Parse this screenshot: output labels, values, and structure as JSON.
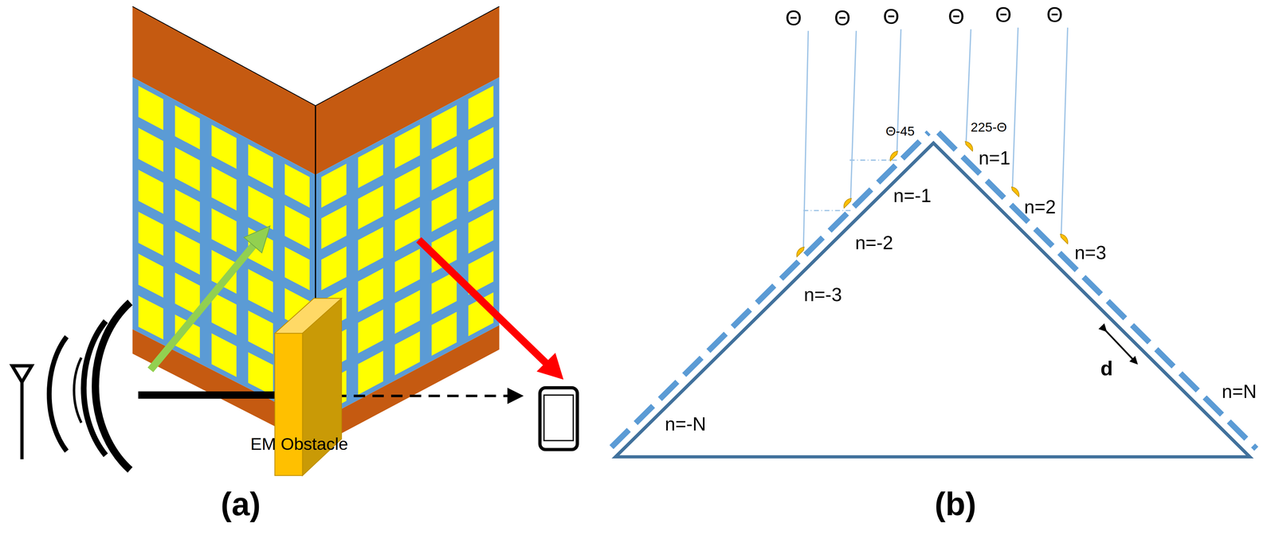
{
  "diagram": {
    "labels": [
      "EM Obstacle",
      "(a)",
      "Θ",
      "Θ",
      "Θ",
      "Θ",
      "Θ",
      "Θ",
      "Θ-45",
      "225-Θ",
      "n=1",
      "n=-1",
      "n=2",
      "n=-2",
      "n=3",
      "n=-3",
      "d",
      "n=-N",
      "n=N",
      "(b)"
    ]
  }
}
